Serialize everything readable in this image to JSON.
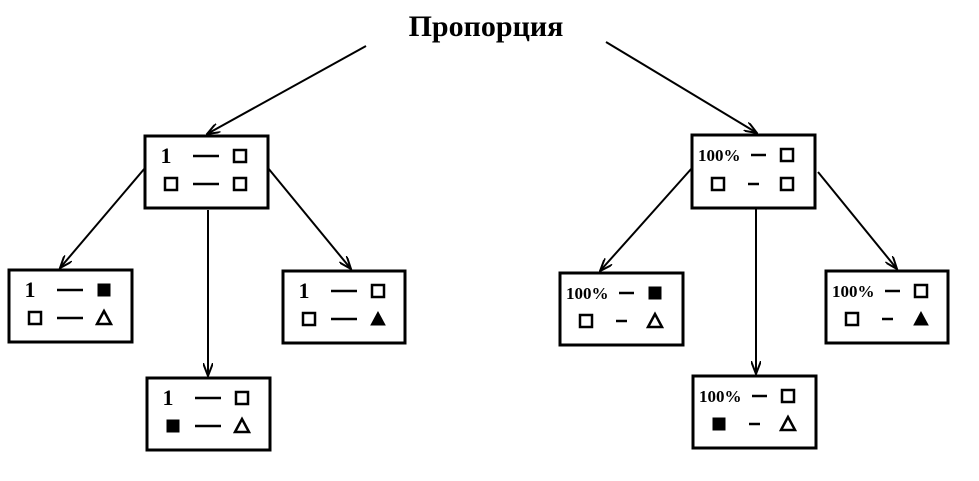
{
  "title": "Пропорция",
  "nodes": {
    "left_root": {
      "row1": {
        "value": "1",
        "right": "open-square-icon"
      },
      "row2": {
        "left": "open-square-icon",
        "right": "open-square-icon"
      }
    },
    "left_a": {
      "row1": {
        "value": "1",
        "right": "filled-square-icon"
      },
      "row2": {
        "left": "open-square-icon",
        "right": "open-triangle-icon"
      }
    },
    "left_b": {
      "row1": {
        "value": "1",
        "right": "open-square-icon"
      },
      "row2": {
        "left": "filled-square-icon",
        "right": "open-triangle-icon"
      }
    },
    "left_c": {
      "row1": {
        "value": "1",
        "right": "open-square-icon"
      },
      "row2": {
        "left": "open-square-icon",
        "right": "filled-triangle-icon"
      }
    },
    "right_root": {
      "row1": {
        "value": "100%",
        "right": "open-square-icon"
      },
      "row2": {
        "left": "open-square-icon",
        "right": "open-square-icon"
      }
    },
    "right_a": {
      "row1": {
        "value": "100%",
        "right": "filled-square-icon"
      },
      "row2": {
        "left": "open-square-icon",
        "right": "open-triangle-icon"
      }
    },
    "right_b": {
      "row1": {
        "value": "100%",
        "right": "open-square-icon"
      },
      "row2": {
        "left": "filled-square-icon",
        "right": "open-triangle-icon"
      }
    },
    "right_c": {
      "row1": {
        "value": "100%",
        "right": "open-square-icon"
      },
      "row2": {
        "left": "open-square-icon",
        "right": "filled-triangle-icon"
      }
    }
  },
  "edges": [
    {
      "from": "title",
      "to": "left_root"
    },
    {
      "from": "title",
      "to": "right_root"
    },
    {
      "from": "left_root",
      "to": "left_a"
    },
    {
      "from": "left_root",
      "to": "left_b"
    },
    {
      "from": "left_root",
      "to": "left_c"
    },
    {
      "from": "right_root",
      "to": "right_a"
    },
    {
      "from": "right_root",
      "to": "right_b"
    },
    {
      "from": "right_root",
      "to": "right_c"
    }
  ]
}
